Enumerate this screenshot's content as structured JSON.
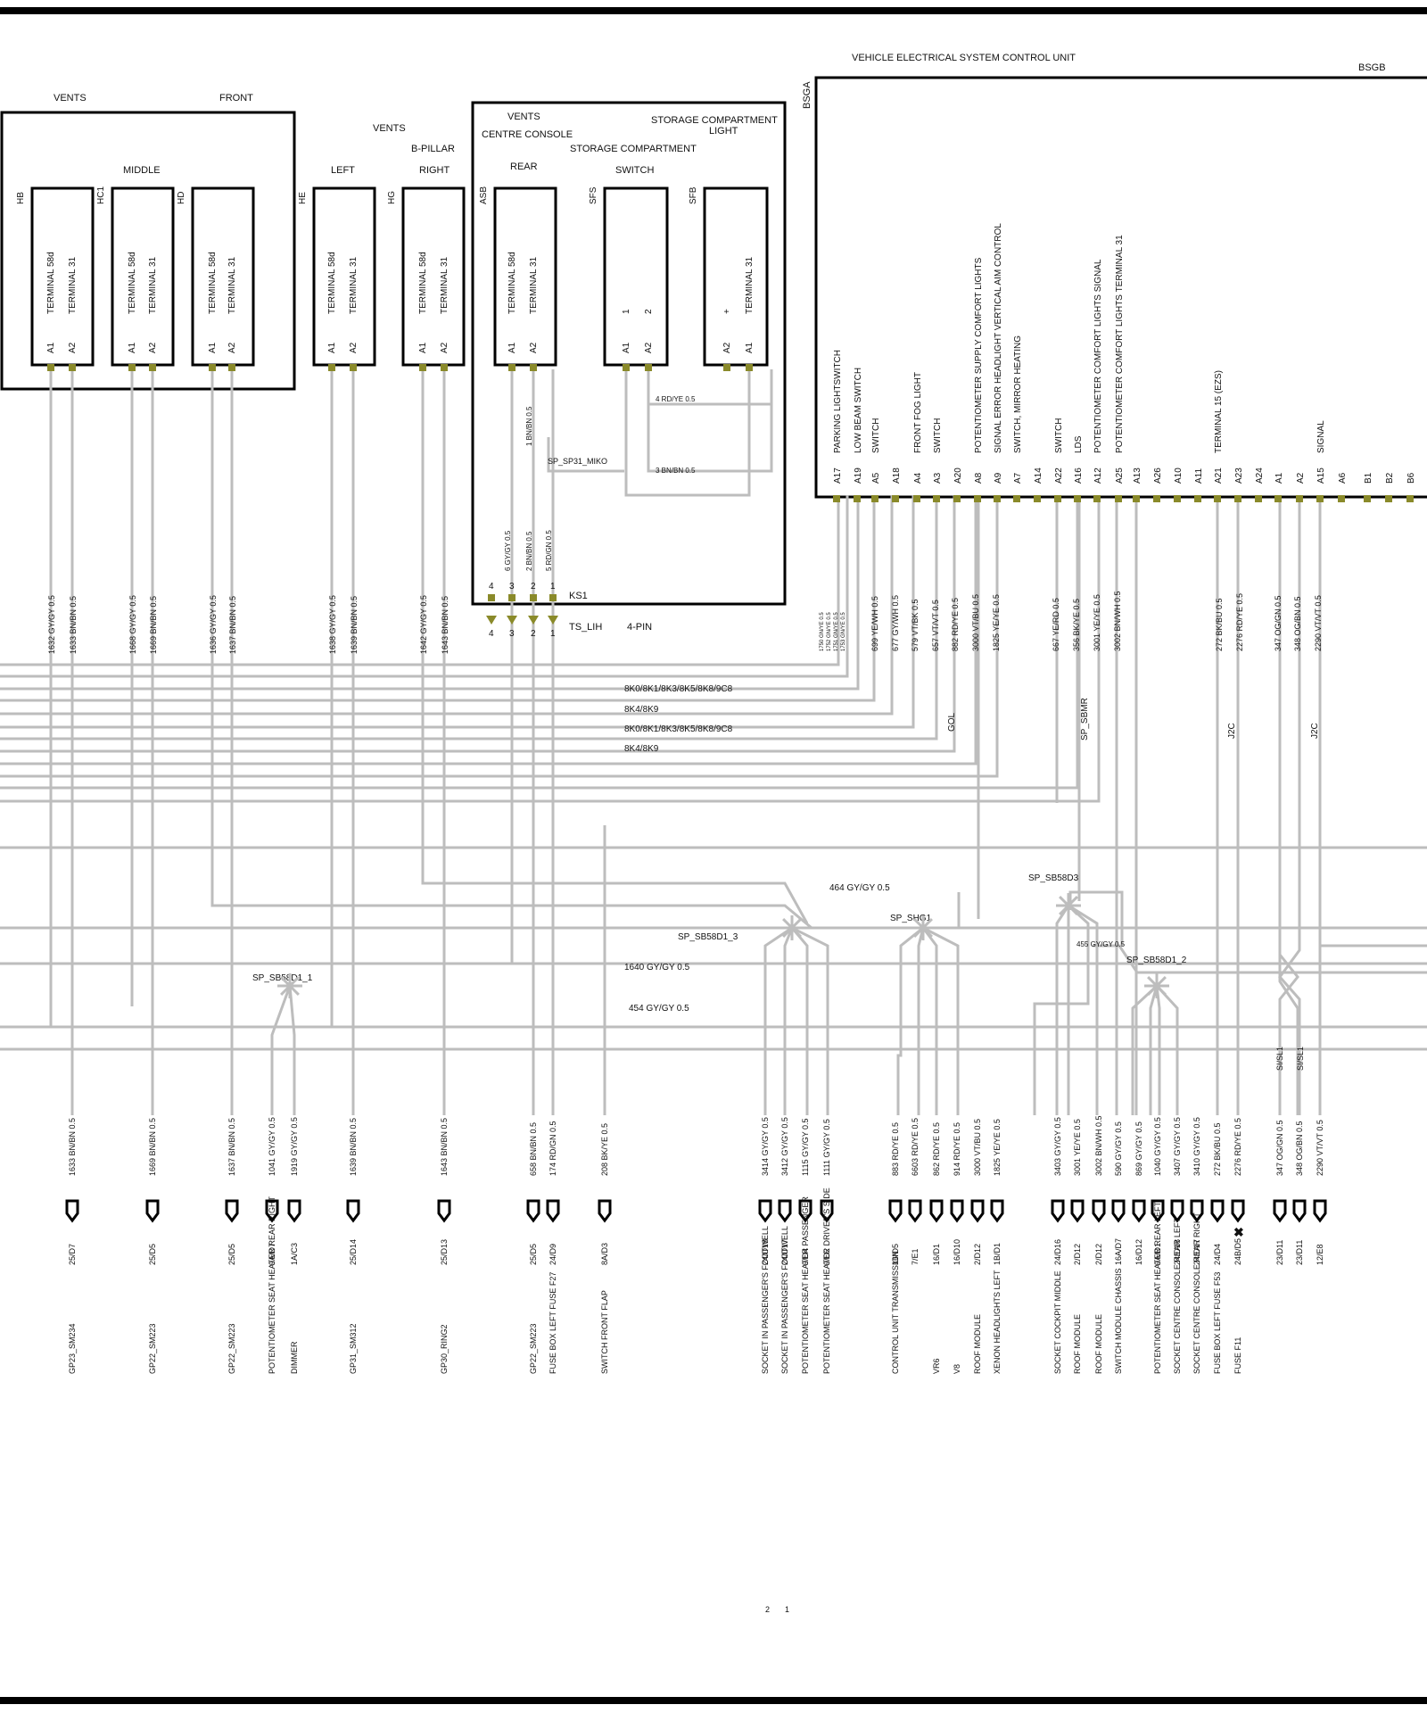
{
  "groups": {
    "vents": "VENTS",
    "front": "FRONT",
    "middle": "MIDDLE",
    "left": "LEFT",
    "b_pillar": "B-PILLAR",
    "right": "RIGHT",
    "centre_console": "CENTRE CONSOLE",
    "rear": "REAR",
    "storage_compartment": "STORAGE COMPARTMENT",
    "storage_compartment_light": [
      "STORAGE COMPARTMENT",
      "LIGHT"
    ],
    "switch": "SWITCH",
    "control_unit_title": "VEHICLE ELECTRICAL SYSTEM   CONTROL UNIT",
    "bsgb": "BSGB",
    "bsga": "BSGA"
  },
  "connectors": [
    {
      "id": "HB",
      "pins": [
        "A1",
        "A2"
      ],
      "labels": [
        "TERMINAL 58d",
        "TERMINAL 31"
      ]
    },
    {
      "id": "HC1",
      "pins": [
        "A1",
        "A2"
      ],
      "labels": [
        "TERMINAL 58d",
        "TERMINAL 31"
      ]
    },
    {
      "id": "HD",
      "pins": [
        "A1",
        "A2"
      ],
      "labels": [
        "TERMINAL 58d",
        "TERMINAL 31"
      ]
    },
    {
      "id": "HE",
      "pins": [
        "A1",
        "A2"
      ],
      "labels": [
        "TERMINAL 58d",
        "TERMINAL 31"
      ]
    },
    {
      "id": "HG",
      "pins": [
        "A1",
        "A2"
      ],
      "labels": [
        "TERMINAL 58d",
        "TERMINAL 31"
      ]
    },
    {
      "id": "ASB",
      "pins": [
        "A1",
        "A2"
      ],
      "labels": [
        "TERMINAL 58d",
        "TERMINAL 31"
      ]
    },
    {
      "id": "SFS",
      "pins": [
        "A1",
        "A2"
      ],
      "labels": [
        "1",
        "2"
      ]
    },
    {
      "id": "SFB",
      "pins": [
        "A2",
        "A1"
      ],
      "labels": [
        "+",
        "TERMINAL 31"
      ]
    }
  ],
  "ks1": {
    "label": "KS1",
    "pins": [
      "4",
      "3",
      "2",
      "1"
    ]
  },
  "ts_lih": {
    "label": "TS_LIH",
    "pins_label": "4-PIN",
    "pins": [
      "4",
      "3",
      "2",
      "1"
    ]
  },
  "inner_wires": [
    "4 RD/YE 0.5",
    "3 BN/BN 0.5",
    "1 BN/BN 0.5",
    "6 GY/GY 0.5",
    "2 BN/BN 0.5",
    "5 RD/GN 0.5"
  ],
  "splice_miko": "SP_SP31_MIKO",
  "bsg_pins": [
    {
      "pin": "A17",
      "func": "PARKING LIGHTSWITCH"
    },
    {
      "pin": "A19",
      "func": "LOW BEAM SWITCH"
    },
    {
      "pin": "A5",
      "func": "SWITCH"
    },
    {
      "pin": "A18",
      "func": ""
    },
    {
      "pin": "A4",
      "func": "FRONT FOG LIGHT"
    },
    {
      "pin": "A3",
      "func": "SWITCH"
    },
    {
      "pin": "A20",
      "func": ""
    },
    {
      "pin": "A8",
      "func": "POTENTIOMETER SUPPLY  COMFORT   LIGHTS"
    },
    {
      "pin": "A9",
      "func": "SIGNAL   ERROR   HEADLIGHT VERTICAL AIM CONTROL"
    },
    {
      "pin": "A7",
      "func": "SWITCH, MIRROR HEATING"
    },
    {
      "pin": "A14",
      "func": ""
    },
    {
      "pin": "A22",
      "func": "SWITCH"
    },
    {
      "pin": "A16",
      "func": "LDS"
    },
    {
      "pin": "A12",
      "func": "POTENTIOMETER  COMFORT   LIGHTS   SIGNAL"
    },
    {
      "pin": "A25",
      "func": "POTENTIOMETER  COMFORT   LIGHTS   TERMINAL 31"
    },
    {
      "pin": "A13",
      "func": ""
    },
    {
      "pin": "A26",
      "func": ""
    },
    {
      "pin": "A10",
      "func": ""
    },
    {
      "pin": "A11",
      "func": ""
    },
    {
      "pin": "A21",
      "func": "TERMINAL 15   (EZS)"
    },
    {
      "pin": "A23",
      "func": ""
    },
    {
      "pin": "A24",
      "func": ""
    },
    {
      "pin": "A1",
      "func": ""
    },
    {
      "pin": "A2",
      "func": ""
    },
    {
      "pin": "A15",
      "func": "SIGNAL"
    },
    {
      "pin": "A6",
      "func": ""
    },
    {
      "pin": "B1",
      "func": ""
    },
    {
      "pin": "B2",
      "func": ""
    },
    {
      "pin": "B6",
      "func": ""
    }
  ],
  "bsg_wires": [
    "1750 GN/YE 0.5",
    "1752 GN/YE 0.5",
    "1751 GN/YE 0.5",
    "1753 GN/YE 0.5",
    "699 YE/WH 0.5",
    "677 GY/WH 0.5",
    "579 VT/BK 0.5",
    "657 VT/VT 0.5",
    "882 RD/YE 0.5",
    "3000 VT/BU 0.5",
    "1825 YE/YE 0.5",
    "667 YE/RD 0.5",
    "356 BK/YE 0.5",
    "3001 YE/YE 0.5",
    "3002 BN/WH 0.5",
    "272 BK/BU 0.5",
    "2276 RD/YE 0.5",
    "347 OG/GN 0.5",
    "348 OG/BN 0.5",
    "2290 VT/VT 0.5"
  ],
  "top_wires": [
    "1632 GY/GY 0.5",
    "1633 BN/BN 0.5",
    "1668 GY/GY 0.5",
    "1669 BN/BN 0.5",
    "1636 GY/GY 0.5",
    "1637 BN/BN 0.5",
    "1638 GY/GY 0.5",
    "1639 BN/BN 0.5",
    "1642 GY/GY 0.5",
    "1643 BN/BN 0.5"
  ],
  "bus_labels": [
    "8K0/8K1/8K3/8K5/8K8/9C8",
    "8K4/8K9",
    "8K0/8K1/8K3/8K5/8K8/9C8",
    "8K4/8K9"
  ],
  "misc_labels": {
    "gol": "GOL",
    "sp_sbmr": "SP_SBMR",
    "j2c": "J2C",
    "sisl1": "SI/SL1"
  },
  "splices": [
    {
      "name": "SP_SB58D1_1"
    },
    {
      "name": "SP_SB58D1_3"
    },
    {
      "name": "SP_SHG1"
    },
    {
      "name": "SP_SB58D3"
    },
    {
      "name": "SP_SB58D1_2"
    }
  ],
  "mid_wires": [
    "464 GY/GY 0.5",
    "1640 GY/GY 0.5",
    "454 GY/GY 0.5",
    "455 GY/GY 0.5"
  ],
  "outputs": [
    {
      "wire": "1633 BN/BN 0.5",
      "pin": "25/D7",
      "dest": "GP23_SM234"
    },
    {
      "wire": "1669 BN/BN 0.5",
      "pin": "25/D5",
      "dest": "GP22_SM223"
    },
    {
      "wire": "1637 BN/BN 0.5",
      "pin": "25/D5",
      "dest": "GP22_SM223"
    },
    {
      "wire": "1041 GY/GY 0.5",
      "pin": "9A/D7",
      "dest": "POTENTIOMETER   SEAT HEATER   REAR RIGHT"
    },
    {
      "wire": "1919 GY/GY 0.5",
      "pin": "1A/C3",
      "dest": "DIMMER"
    },
    {
      "wire": "1639 BN/BN 0.5",
      "pin": "25/D14",
      "dest": "GP31_SM312"
    },
    {
      "wire": "1643 BN/BN 0.5",
      "pin": "25/D13",
      "dest": "GP30_RING2"
    },
    {
      "wire": "658 BN/BN 0.5",
      "pin": "25/D5",
      "dest": "GP22_SM223"
    },
    {
      "wire": "174 RD/GN 0.5",
      "pin": "24/D9",
      "dest": "FUSE BOX   LEFT   FUSE F27"
    },
    {
      "wire": "208 BK/YE 0.5",
      "pin": "8A/D3",
      "dest": "SWITCH   FRONT FLAP"
    },
    {
      "wire": "3414 GY/GY 0.5",
      "pin": "24/D18",
      "dest": "SOCKET   IN PASSENGER'S FOOTWELL"
    },
    {
      "wire": "3412 GY/GY 0.5",
      "pin": "24/D17",
      "dest": "SOCKET   IN PASSENGER'S FOOTWELL"
    },
    {
      "wire": "1115 GY/GY 0.5",
      "pin": "9/D4",
      "dest": "POTENTIOMETER   SEAT HEATER   PASSENGER"
    },
    {
      "wire": "1111 GY/GY 0.5",
      "pin": "9/D2",
      "dest": "POTENTIOMETER   SEAT HEATER   DRIVER'S SIDE"
    },
    {
      "wire": "883 RD/YE 0.5",
      "pin": "16/D5",
      "dest": "CONTROL UNIT   TRANSMISSION"
    },
    {
      "wire": "6603 RD/YE 0.5",
      "pin": "7/E1",
      "dest": ""
    },
    {
      "wire": "862 RD/YE 0.5",
      "pin": "16/D1",
      "dest": "VR6"
    },
    {
      "wire": "914 RD/YE 0.5",
      "pin": "16/D10",
      "dest": "V8"
    },
    {
      "wire": "3000 VT/BU 0.5",
      "pin": "2/D12",
      "dest": "ROOF MODULE"
    },
    {
      "wire": "1825 YE/YE 0.5",
      "pin": "1B/D1",
      "dest": "XENON HEADLIGHTS   LEFT"
    },
    {
      "wire": "3403 GY/GY 0.5",
      "pin": "24/D16",
      "dest": "SOCKET   COCKPIT   MIDDLE"
    },
    {
      "wire": "3001 YE/YE 0.5",
      "pin": "2/D12",
      "dest": "ROOF MODULE"
    },
    {
      "wire": "3002 BN/WH 0.5",
      "pin": "2/D12",
      "dest": "ROOF MODULE"
    },
    {
      "wire": "590 GY/GY 0.5",
      "pin": "16A/D7",
      "dest": "SWITCH MODULE   CHASSIS"
    },
    {
      "wire": "869 GY/GY 0.5",
      "pin": "16/D12",
      "dest": ""
    },
    {
      "wire": "1040 GY/GY 0.5",
      "pin": "9A/D1",
      "dest": "POTENTIOMETER  SEAT HEATER   REAR LEFT"
    },
    {
      "wire": "3407 GY/GY 0.5",
      "pin": "24/D18",
      "dest": "SOCKET   CENTRE CONSOLE   REAR LEFT"
    },
    {
      "wire": "3410 GY/GY 0.5",
      "pin": "24/D17",
      "dest": "SOCKET   CENTRE CONSOLE   REAR RIGHT"
    },
    {
      "wire": "272 BK/BU 0.5",
      "pin": "24/D4",
      "dest": "FUSE BOX   LEFT   FUSE F53"
    },
    {
      "wire": "2276 RD/YE 0.5",
      "pin": "24B/D5",
      "dest": "FUSE F11"
    },
    {
      "wire": "347 OG/GN 0.5",
      "pin": "23/D11",
      "dest": ""
    },
    {
      "wire": "348 OG/BN 0.5",
      "pin": "23/D11",
      "dest": ""
    },
    {
      "wire": "2290 VT/VT 0.5",
      "pin": "12/E8",
      "dest": ""
    }
  ],
  "bottom_marks": [
    "2",
    "1"
  ]
}
